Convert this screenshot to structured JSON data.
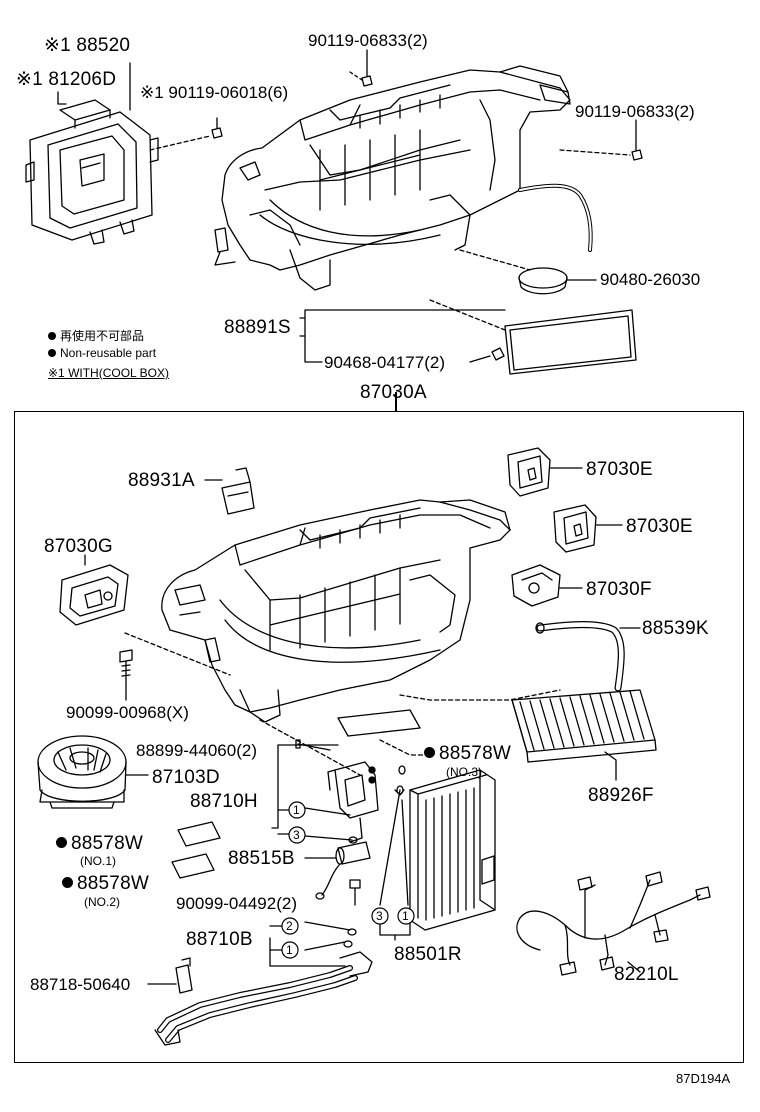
{
  "labels": {
    "p88520": "※1 88520",
    "p81206D": "※1 81206D",
    "p90119_06018": "※1 90119-06018(6)",
    "p90119_06833_a": "90119-06833(2)",
    "p90119_06833_b": "90119-06833(2)",
    "p90480_26030": "90480-26030",
    "p88891S": "88891S",
    "p90468_04177": "90468-04177(2)",
    "p87030A": "87030A",
    "p88931A": "88931A",
    "p87030E_a": "87030E",
    "p87030E_b": "87030E",
    "p87030G": "87030G",
    "p87030F": "87030F",
    "p88539K": "88539K",
    "p90099_00968": "90099-00968(X)",
    "p88899_44060": "88899-44060(2)",
    "p88578W_a": "88578W",
    "p88578W_a_sub": "(NO.3)",
    "p87103D": "87103D",
    "p88926F": "88926F",
    "p88710H": "88710H",
    "p88578W_b": "88578W",
    "p88578W_b_sub": "(NO.1)",
    "p88515B": "88515B",
    "p88578W_c": "88578W",
    "p88578W_c_sub": "(NO.2)",
    "p90099_04492": "90099-04492(2)",
    "p88710B": "88710B",
    "p88501R": "88501R",
    "p88718_50640": "88718-50640",
    "p82210L": "82210L"
  },
  "callouts": {
    "c1": "1",
    "c2": "2",
    "c3": "3"
  },
  "legend": {
    "line1": "再使用不可部品",
    "line2": "Non-reusable part",
    "line3": "※1 WITH(COOL BOX)"
  },
  "footer": {
    "code": "87D194A"
  }
}
